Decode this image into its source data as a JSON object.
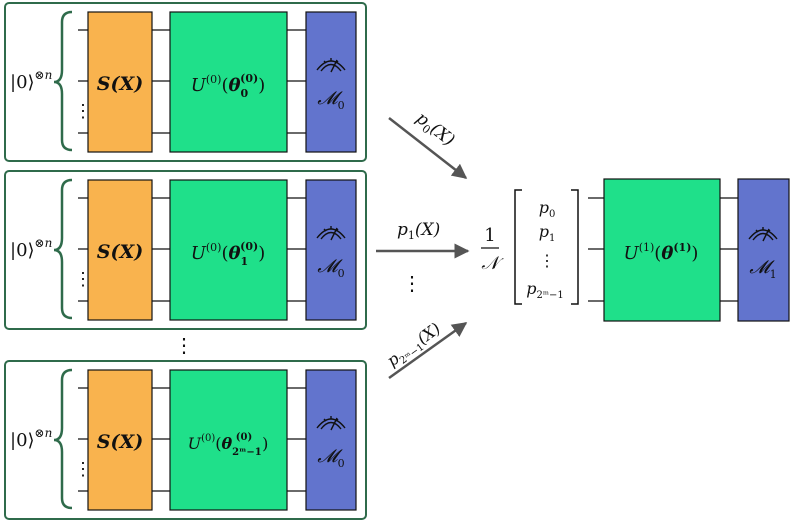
{
  "colors": {
    "frame": "#2f6b4b",
    "encoding_block": "#f9b34e",
    "unitary_block": "#1fe08a",
    "measurement_block": "#6274cd",
    "wire": "#111111",
    "arrow": "#555555"
  },
  "icons": [
    "meter-icon"
  ],
  "rows": [
    {
      "register": {
        "ket": "|0⟩",
        "exp": "⊗n"
      },
      "encoding": {
        "label": "S(X)"
      },
      "unitary": {
        "op": "U",
        "sup": "(0)",
        "lp": "(",
        "theta": "θ",
        "sub": "0",
        "tsup": "(0)",
        "rp": ")"
      },
      "measurement": {
        "M": "𝓜",
        "sub": "0"
      },
      "prob": {
        "p": "p",
        "sub": "0",
        "arg": "(X)"
      }
    },
    {
      "register": {
        "ket": "|0⟩",
        "exp": "⊗n"
      },
      "encoding": {
        "label": "S(X)"
      },
      "unitary": {
        "op": "U",
        "sup": "(0)",
        "lp": "(",
        "theta": "θ",
        "sub": "1",
        "tsup": "(0)",
        "rp": ")"
      },
      "measurement": {
        "M": "𝓜",
        "sub": "0"
      },
      "prob": {
        "p": "p",
        "sub": "1",
        "arg": "(X)"
      }
    },
    {
      "register": {
        "ket": "|0⟩",
        "exp": "⊗n"
      },
      "encoding": {
        "label": "S(X)"
      },
      "unitary": {
        "op": "U",
        "sup": "(0)",
        "lp": "(",
        "theta": "θ",
        "sub": "2ᵐ−1",
        "tsup": "(0)",
        "rp": ")"
      },
      "measurement": {
        "M": "𝓜",
        "sub": "0"
      },
      "prob": {
        "p": "p",
        "sub": "2ᵐ−1",
        "arg": "(X)"
      }
    }
  ],
  "dots": "⋮",
  "normalization": {
    "numerator": "1",
    "denominator": "𝒩"
  },
  "vector": [
    {
      "p": "p",
      "sub": "0"
    },
    {
      "p": "p",
      "sub": "1"
    },
    {
      "p": "⋮",
      "sub": ""
    },
    {
      "p": "p",
      "sub": "2ᵐ−1"
    }
  ],
  "final": {
    "unitary": {
      "op": "U",
      "sup": "(1)",
      "lp": "(",
      "theta": "θ",
      "tsup": "(1)",
      "rp": ")"
    },
    "measurement": {
      "M": "𝓜",
      "sub": "1"
    }
  }
}
